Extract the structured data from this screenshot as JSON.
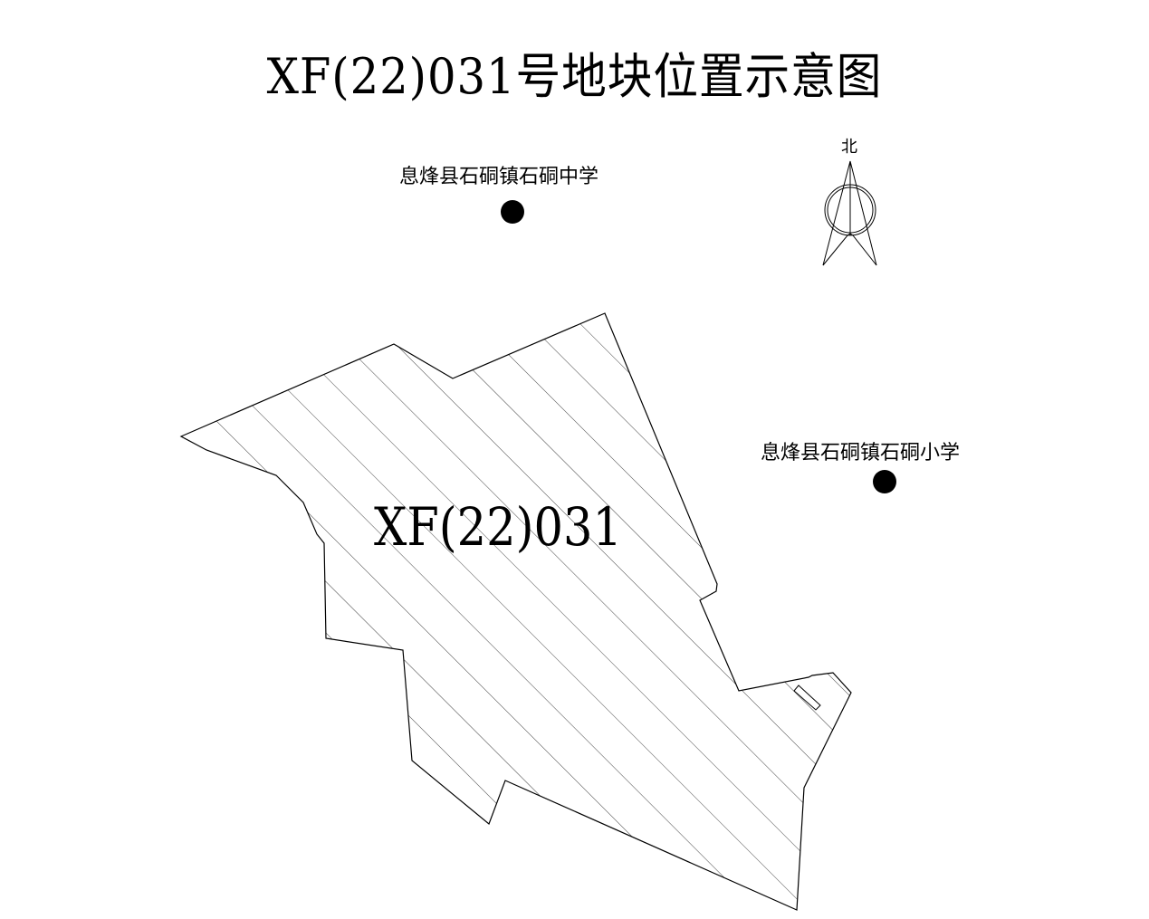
{
  "title": "XF(22)031号地块位置示意图",
  "parcel": {
    "id": "XF(22)031"
  },
  "landmarks": [
    {
      "name": "息烽县石硐镇石硐中学"
    },
    {
      "name": "息烽县石硐镇石硐小学"
    }
  ],
  "north_arrow": {
    "label": "北"
  }
}
